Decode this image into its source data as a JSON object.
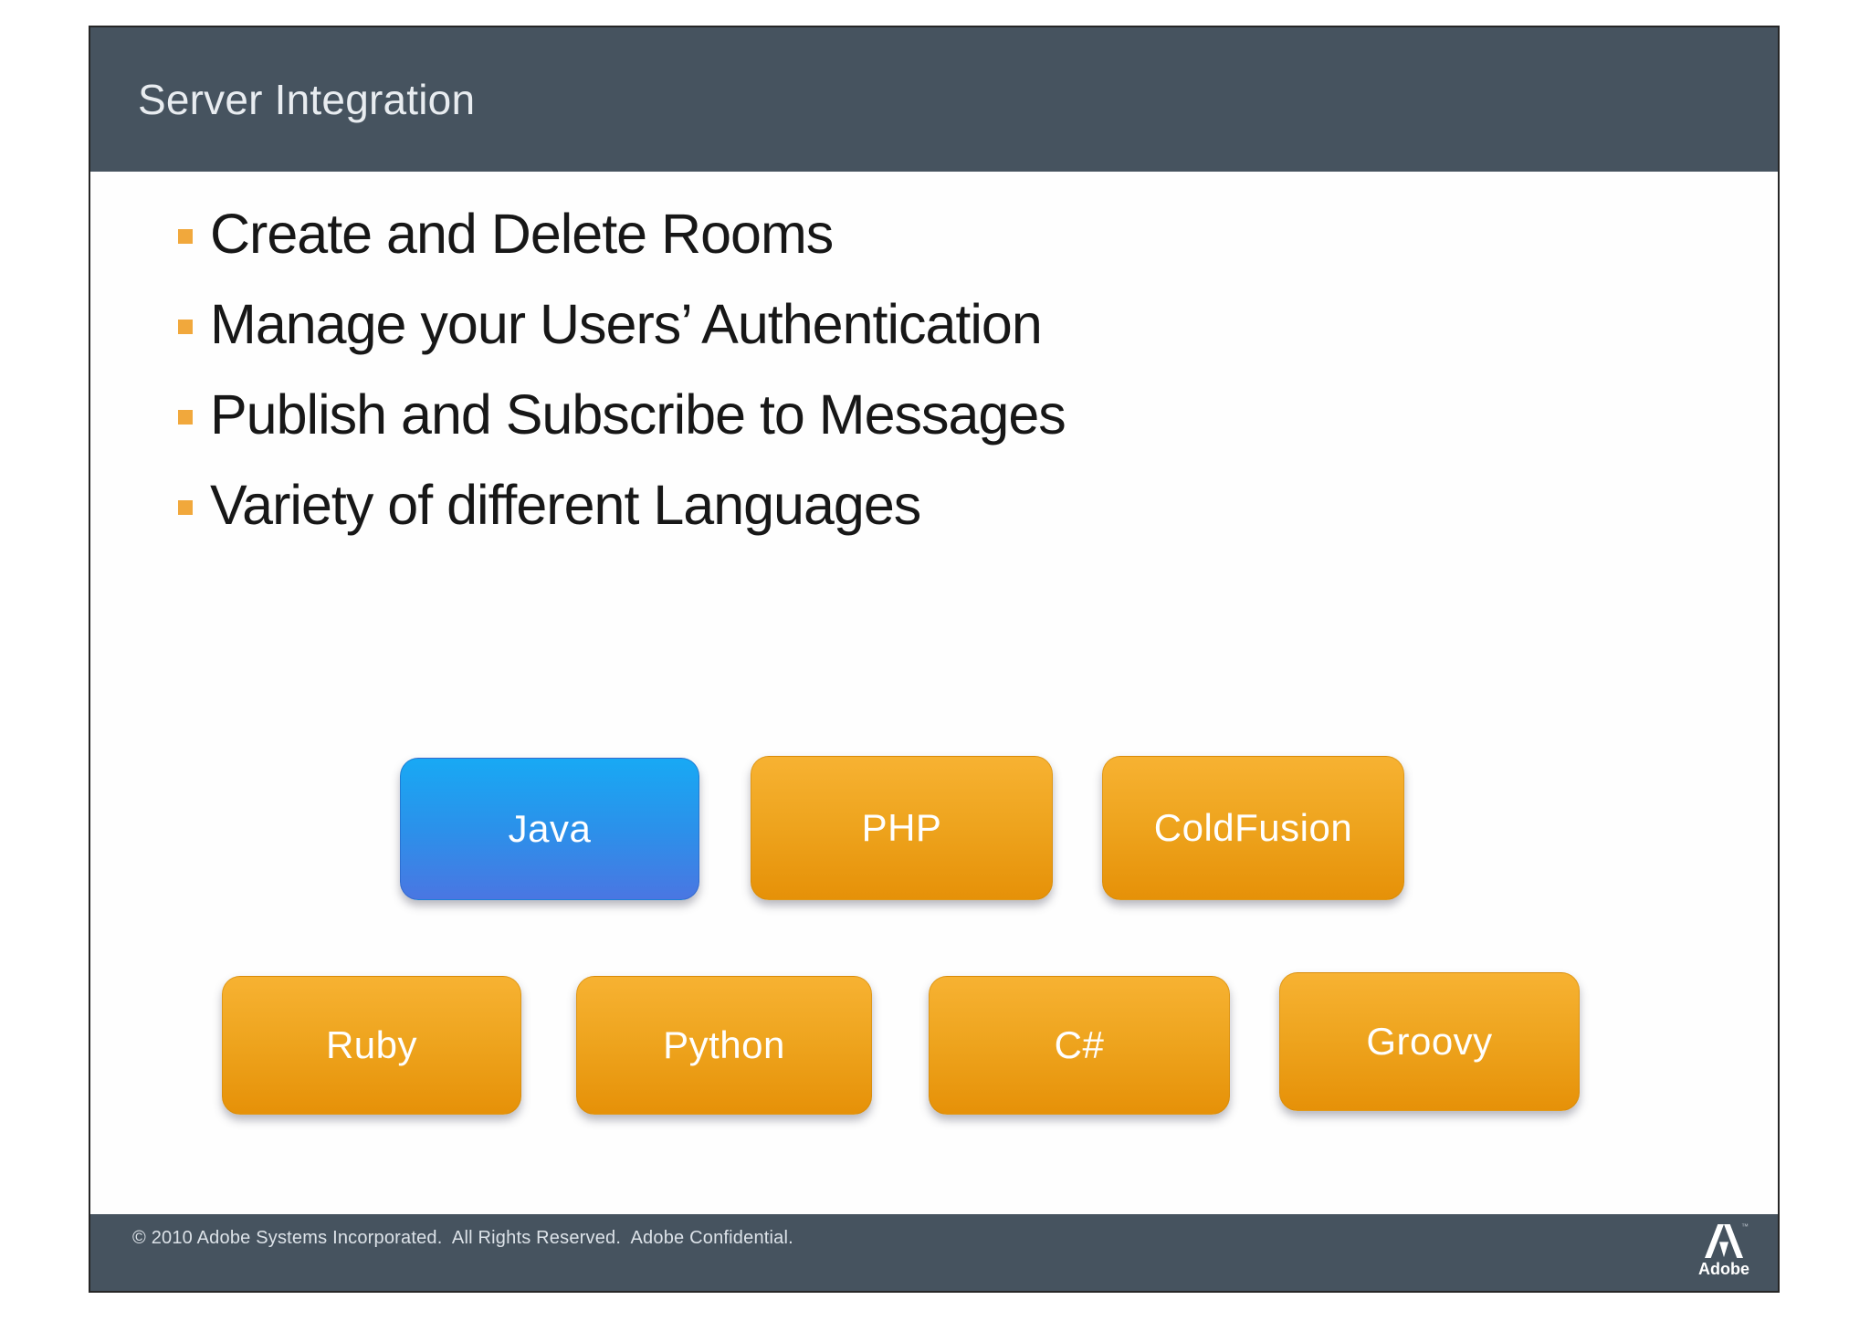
{
  "slide": {
    "title": "Server Integration",
    "bullets": [
      {
        "label": "Create and Delete Rooms"
      },
      {
        "label": "Manage your Users’ Authentication"
      },
      {
        "label": "Publish and Subscribe to Messages"
      },
      {
        "label": "Variety of different Languages"
      }
    ],
    "boxes": [
      {
        "label": "Java",
        "color": "blue"
      },
      {
        "label": "PHP",
        "color": "orange"
      },
      {
        "label": "ColdFusion",
        "color": "orange"
      },
      {
        "label": "Ruby",
        "color": "orange"
      },
      {
        "label": "Python",
        "color": "orange"
      },
      {
        "label": "C#",
        "color": "orange"
      },
      {
        "label": "Groovy",
        "color": "orange"
      }
    ]
  },
  "footer": {
    "copyright": "© 2010 Adobe Systems Incorporated.  All Rights Reserved.  Adobe Confidential.",
    "logo_wordmark": "Adobe",
    "trademark": "™"
  },
  "colors": {
    "header_bg": "#46535F",
    "footer_bg": "#46535F",
    "bullet_marker": "#F1A83C",
    "box_orange_top": "#F7B232",
    "box_orange_bottom": "#E69108",
    "box_blue_top": "#18A9F4",
    "box_blue_bottom": "#4A76E2",
    "title_text": "#E8ECF0",
    "body_text": "#171717"
  }
}
